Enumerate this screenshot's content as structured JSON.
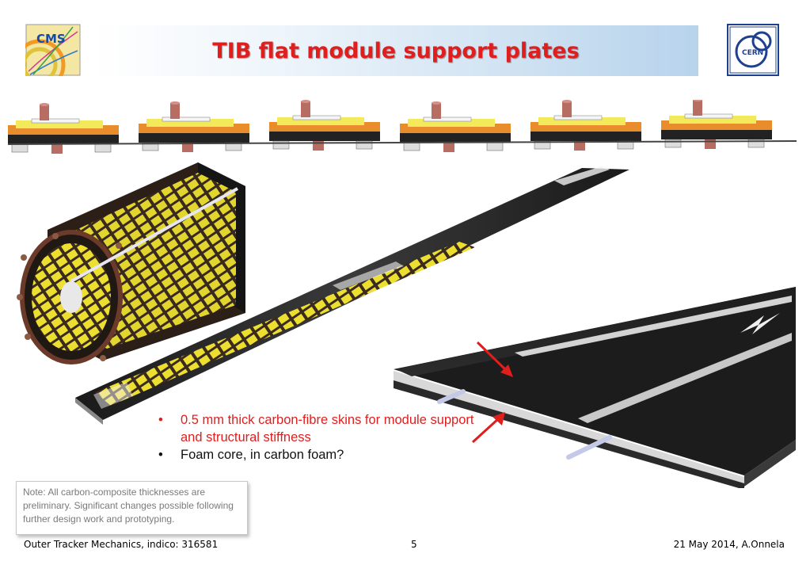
{
  "slide": {
    "title": "TIB flat module support plates",
    "title_color": "#e01e1e"
  },
  "logos": {
    "left": {
      "text": "CMS"
    },
    "right": {
      "text": "CERN"
    }
  },
  "bullets": [
    {
      "text": "0.5 mm thick carbon-fibre skins for module support and structural stiffness",
      "color": "#e01e1e"
    },
    {
      "text": "Foam core, in carbon foam?",
      "color": "#111111"
    }
  ],
  "note": {
    "text": "Note: All carbon-composite thicknesses are preliminary. Significant changes possible following further design work and prototyping."
  },
  "footer": {
    "left": "Outer Tracker Mechanics, indico: 316581",
    "page_number": "5",
    "right": "21 May 2014, A.Onnela"
  },
  "illustrations": {
    "module_strip": "module-row-illustration",
    "barrel": "tib-barrel-illustration",
    "ladder": "flat-plate-ladder-illustration",
    "sandwich": "sandwich-panel-closeup",
    "arrows": "red-arrow-icons"
  }
}
